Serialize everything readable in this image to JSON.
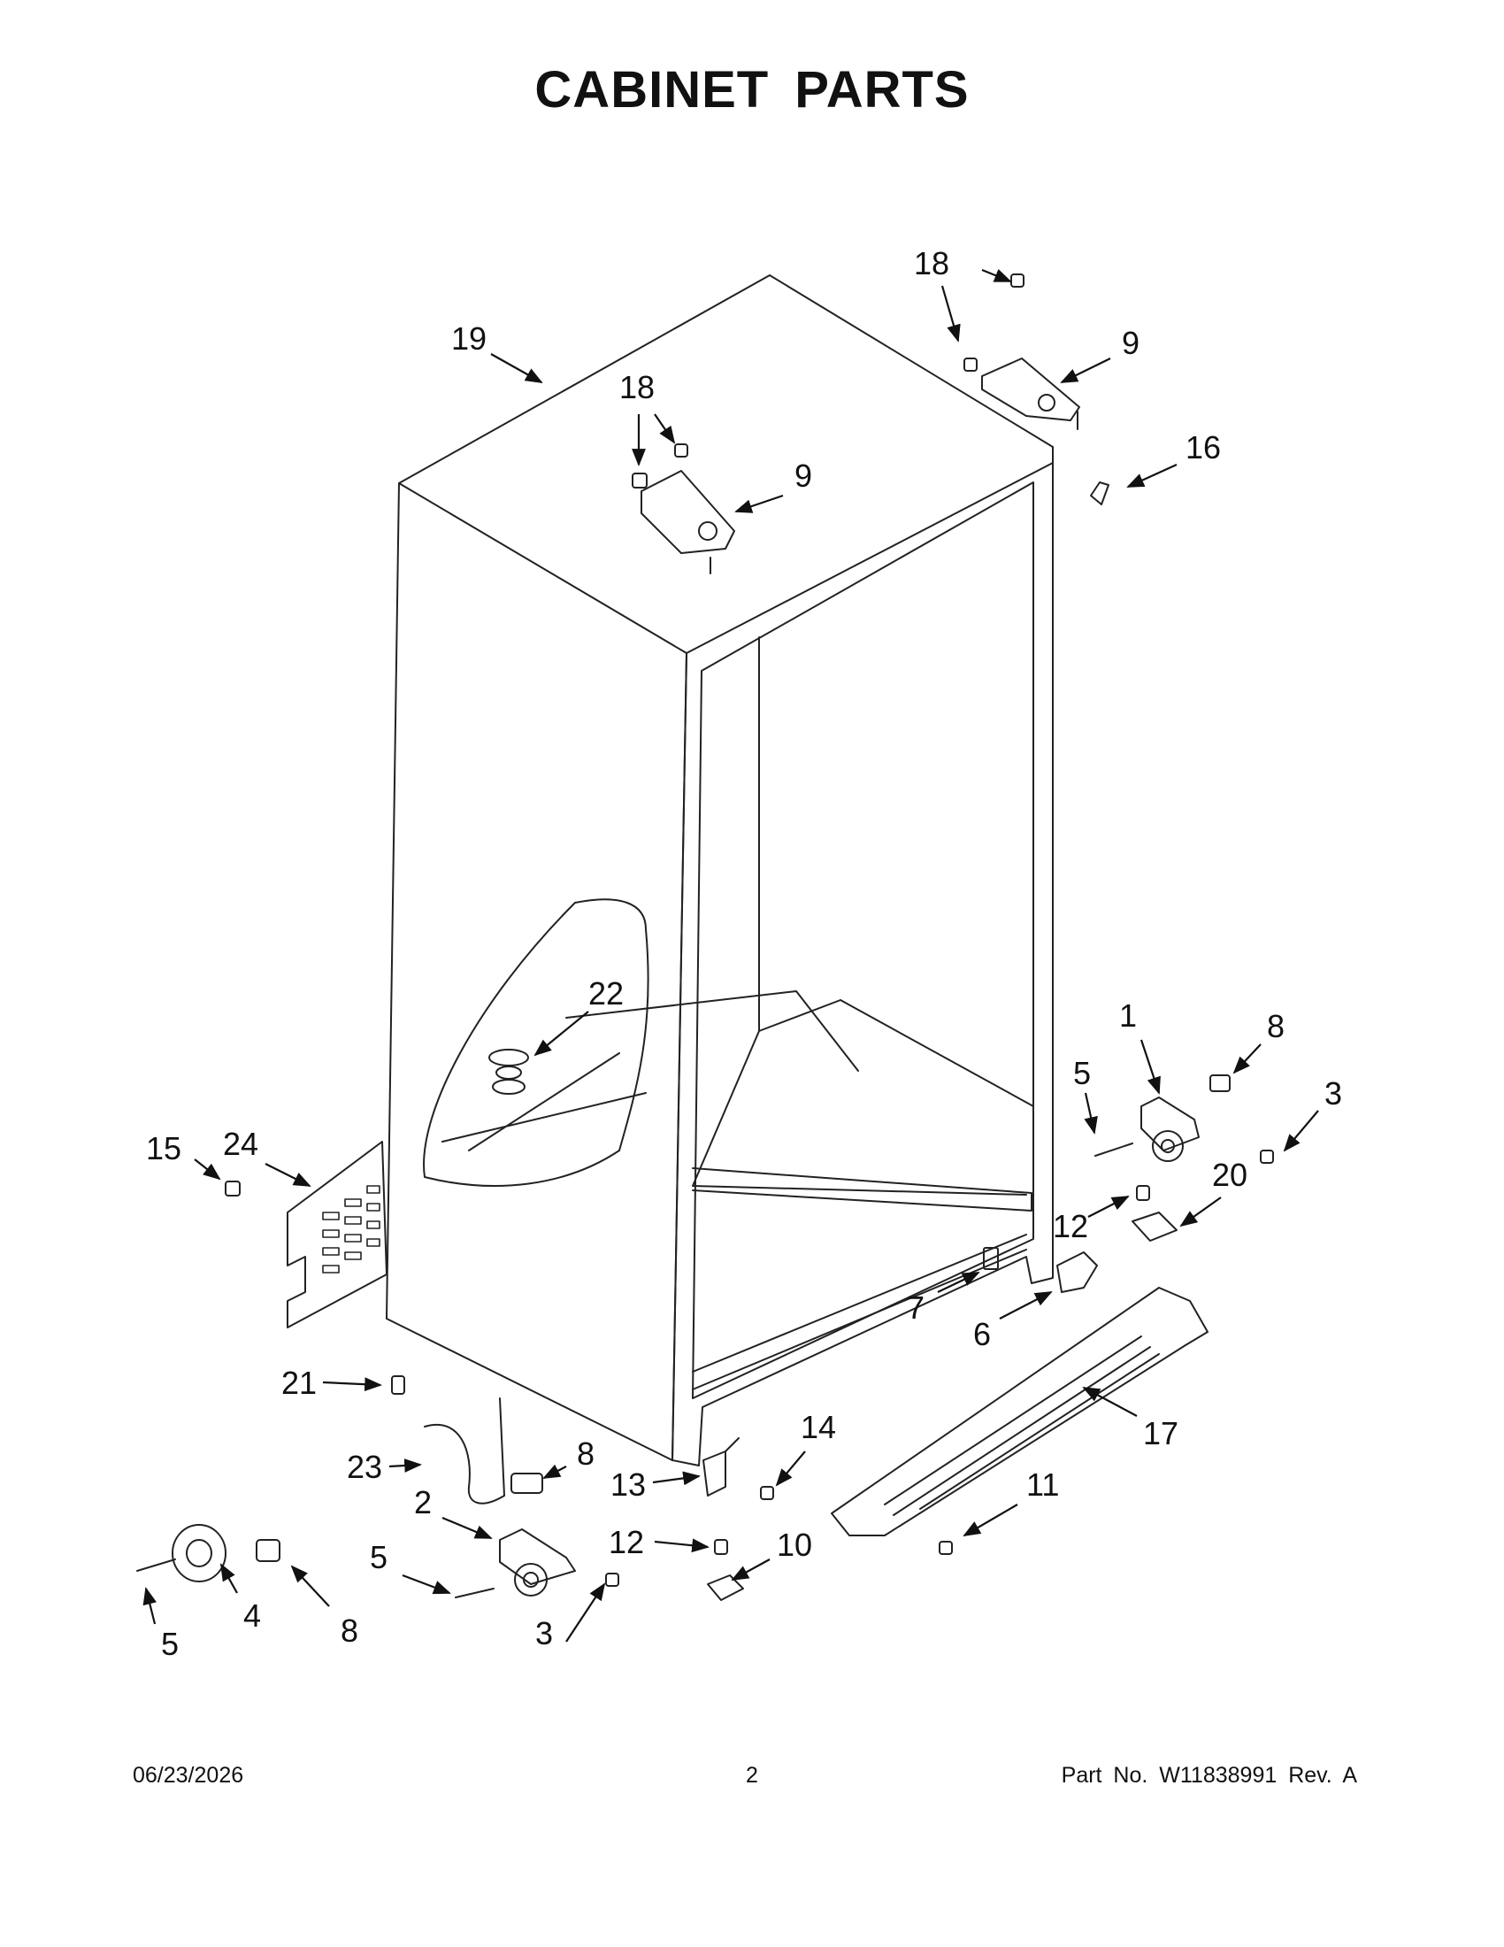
{
  "title": "CABINET PARTS",
  "footer": {
    "date": "06/23/2026",
    "page": "2",
    "part_no": "Part No.  W11838991  Rev.  A"
  },
  "callouts": {
    "c19": "19",
    "c18a": "18",
    "c18b": "18",
    "c9a": "9",
    "c9b": "9",
    "c16": "16",
    "c22": "22",
    "c1": "1",
    "c8a": "8",
    "c5a": "5",
    "c3a": "3",
    "c20": "20",
    "c12a": "12",
    "c7": "7",
    "c6": "6",
    "c17": "17",
    "c15": "15",
    "c24": "24",
    "c21": "21",
    "c23": "23",
    "c8b": "8",
    "c13": "13",
    "c14": "14",
    "c11": "11",
    "c2": "2",
    "c5b": "5",
    "c12b": "12",
    "c10": "10",
    "c5c": "5",
    "c4": "4",
    "c8c": "8",
    "c3b": "3"
  }
}
